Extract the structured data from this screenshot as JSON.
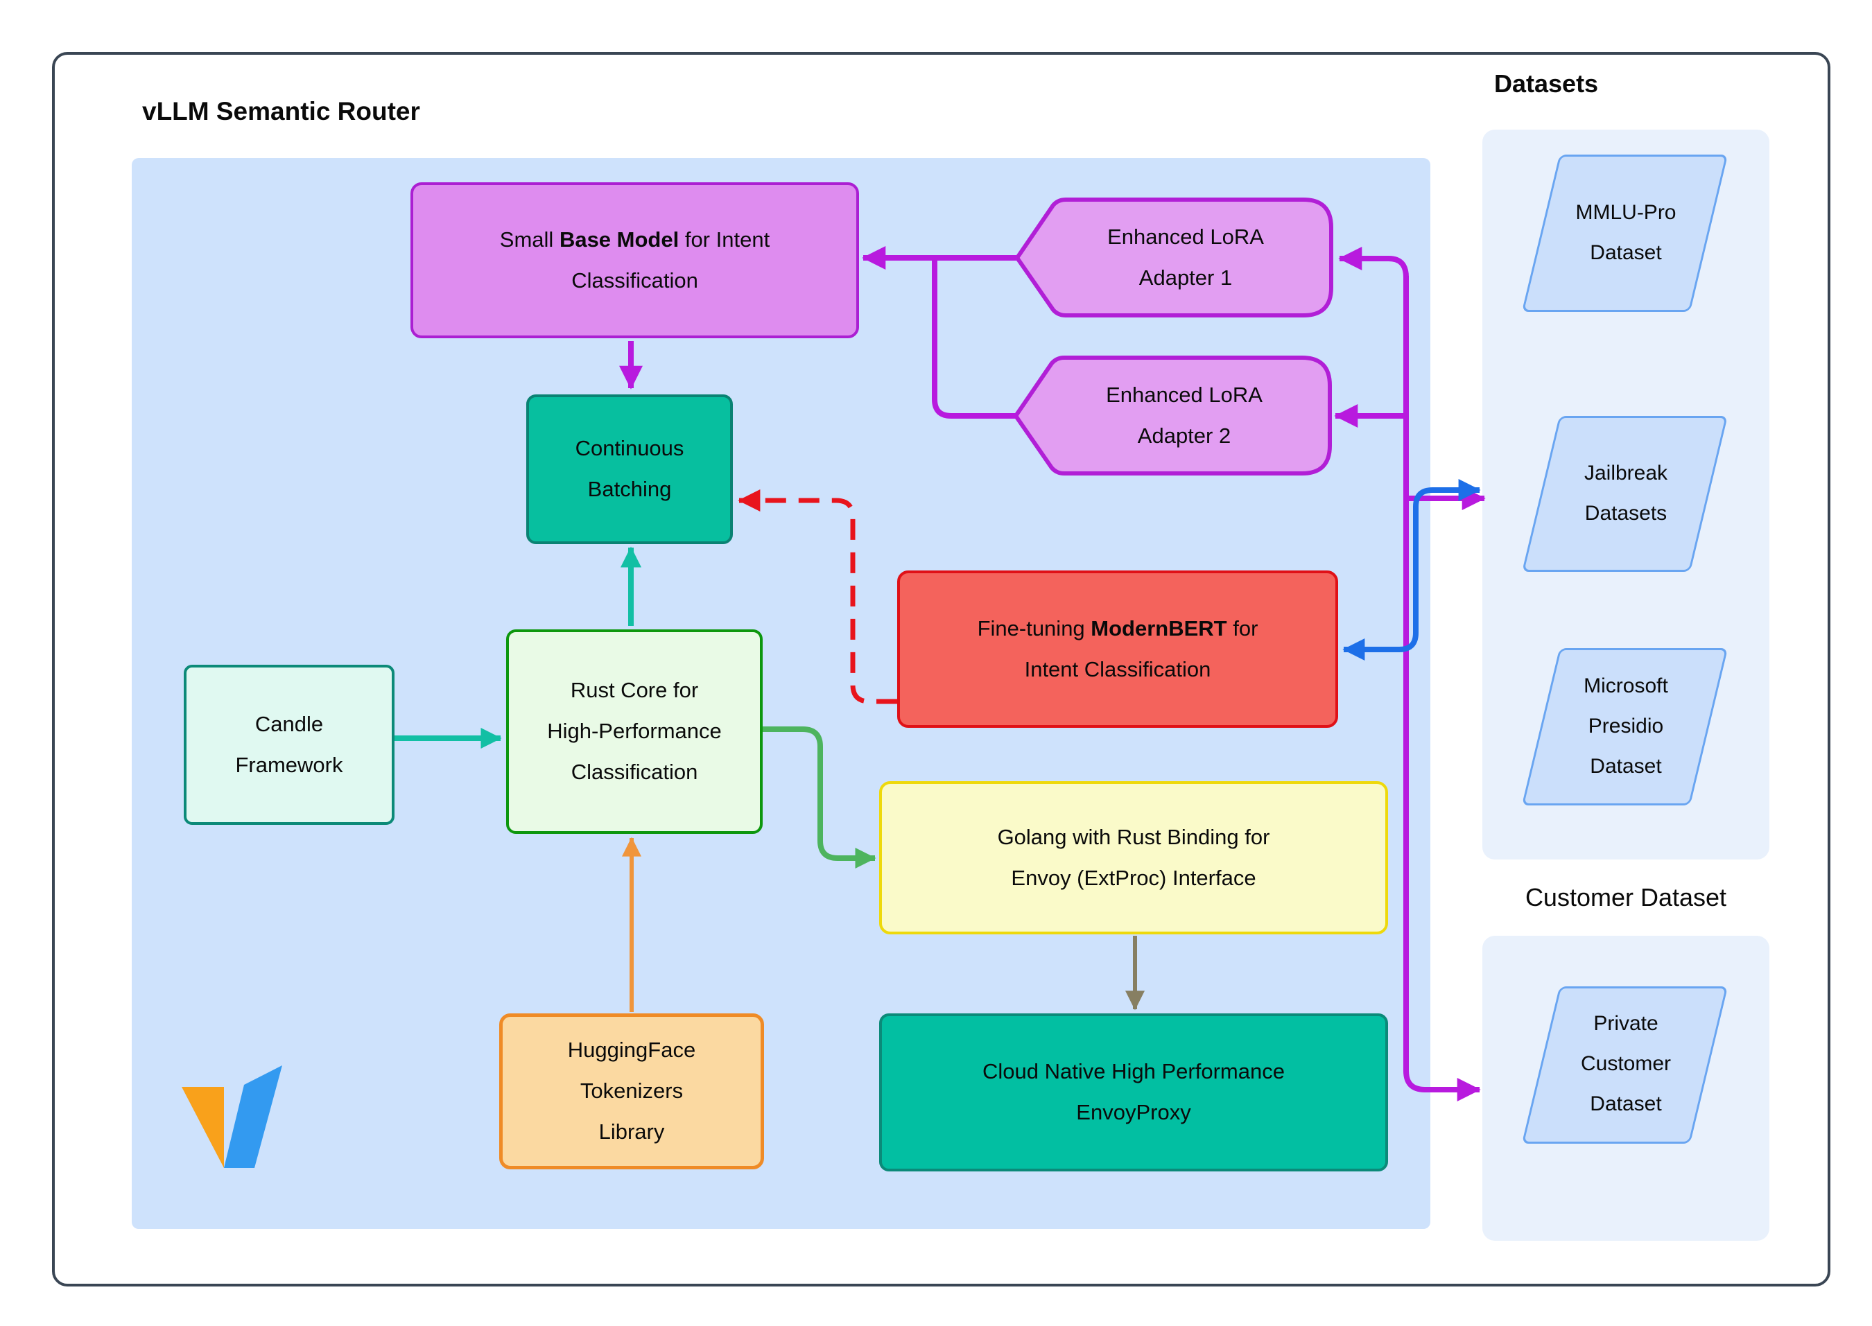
{
  "title": "vLLM Semantic Router",
  "headings": {
    "datasets": "Datasets",
    "customer": "Customer Dataset"
  },
  "nodes": {
    "base_model": {
      "pre": "Small ",
      "bold": "Base Model",
      "post": " for Intent",
      "line2": "Classification",
      "fill": "#de8cef",
      "border": "#ab1fd2"
    },
    "adapter1": {
      "line1": "Enhanced LoRA",
      "line2": "Adapter 1",
      "fill": "#e29ef2",
      "border": "#b11fd6"
    },
    "adapter2": {
      "line1": "Enhanced LoRA",
      "line2": "Adapter 2",
      "fill": "#e29ef2",
      "border": "#b11fd6"
    },
    "continuous_batching": {
      "line1": "Continuous",
      "line2": "Batching",
      "fill": "#07bf9f",
      "border": "#0a8273"
    },
    "modernbert": {
      "pre": "Fine-tuning ",
      "bold": "ModernBERT",
      "post": " for",
      "line2": "Intent Classification",
      "fill": "#f4635c",
      "border": "#e01117"
    },
    "rust_core": {
      "line1": "Rust Core for",
      "line2": "High-Performance",
      "line3": "Classification",
      "fill": "#e9fae6",
      "border": "#0d970d"
    },
    "candle": {
      "line1": "Candle",
      "line2": "Framework",
      "fill": "#e0f9f1",
      "border": "#0c8a78"
    },
    "huggingface": {
      "line1": "HuggingFace",
      "line2": "Tokenizers",
      "line3": "Library",
      "fill": "#fbd9a1",
      "border": "#ef8b26"
    },
    "golang": {
      "line1": "Golang with Rust Binding for",
      "line2": "Envoy (ExtProc) Interface",
      "fill": "#fafac9",
      "border": "#eed90b"
    },
    "envoyproxy": {
      "line1": "Cloud Native High Performance",
      "line2": "EnvoyProxy",
      "fill": "#02bfa2",
      "border": "#0b8a79"
    }
  },
  "datasets": {
    "items": [
      {
        "line1": "MMLU-Pro",
        "line2": "Dataset"
      },
      {
        "line1": "Jailbreak",
        "line2": "Datasets"
      },
      {
        "line1": "Microsoft",
        "line2": "Presidio",
        "line3": "Dataset"
      }
    ],
    "shape_fill": "#cbdffb",
    "shape_border": "#69a5f1"
  },
  "customer": {
    "item": {
      "line1": "Private",
      "line2": "Customer",
      "line3": "Dataset"
    }
  },
  "logo": {
    "name": "vllm-logo",
    "orange": "#f9a11b",
    "blue": "#339af0"
  },
  "arrow_colors": {
    "purple": "#b81ade",
    "blue": "#1d6fe8",
    "red": "#e8141c",
    "teal": "#12bfa4",
    "orange": "#f0953b",
    "green": "#4db45e",
    "grey": "#877f62"
  }
}
